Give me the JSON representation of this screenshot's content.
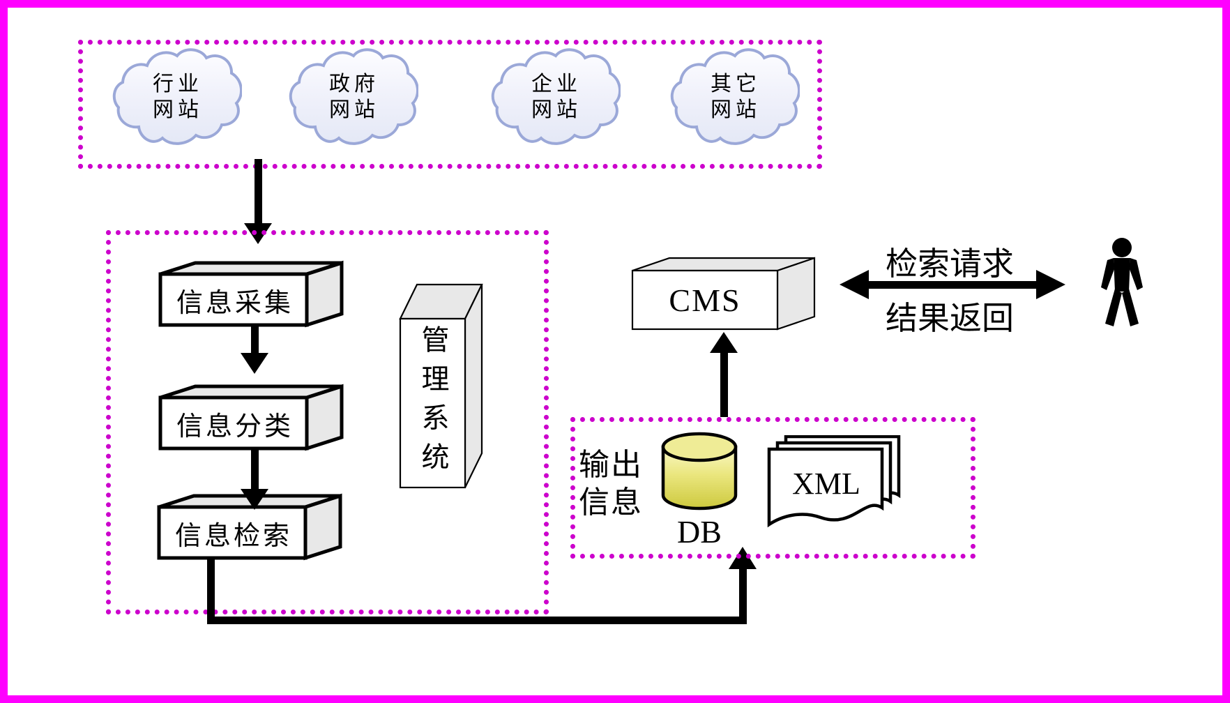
{
  "clouds": [
    {
      "line1": "行业",
      "line2": "网站"
    },
    {
      "line1": "政府",
      "line2": "网站"
    },
    {
      "line1": "企业",
      "line2": "网站"
    },
    {
      "line1": "其它",
      "line2": "网站"
    }
  ],
  "process_boxes": [
    {
      "label": "信息采集"
    },
    {
      "label": "信息分类"
    },
    {
      "label": "信息检索"
    }
  ],
  "management_box": {
    "label": "管理系统"
  },
  "cms_box": {
    "label": "CMS"
  },
  "exchange": {
    "request_label": "检索请求",
    "response_label": "结果返回"
  },
  "output_box": {
    "title_line1": "输出",
    "title_line2": "信息",
    "db_label": "DB",
    "xml_label": "XML"
  },
  "colors": {
    "frame": "#FF00FF",
    "dots": "#CC00CC",
    "cloud_stroke": "#9BA8D8",
    "cloud_fill_top": "#FDFDFF",
    "cloud_fill_bottom": "#E4E8F6",
    "box_side_fill": "#E8E8E8",
    "cylinder_top": "#EFEC96",
    "cylinder_gradient_top": "#FAF8C6",
    "cylinder_gradient_bottom": "#CDC93E",
    "arrow": "#000000"
  }
}
